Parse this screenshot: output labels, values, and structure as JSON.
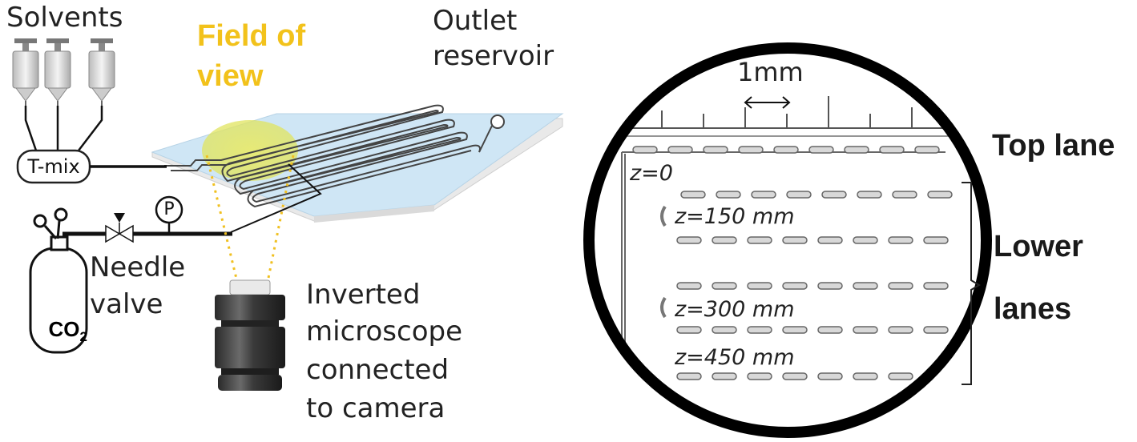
{
  "setup": {
    "solvents_label": "Solvents",
    "field_of_view_line1": "Field of",
    "field_of_view_line2": "view",
    "outlet_line1": "Outlet",
    "outlet_line2": "reservoir",
    "tmix_label": "T-mix",
    "pressure_label": "P",
    "needle_line1": "Needle",
    "needle_line2": "valve",
    "co2_main": "CO",
    "co2_sub": "2",
    "microscope_lines": [
      "Inverted",
      "microscope",
      "connected",
      "to camera"
    ]
  },
  "zoom": {
    "scale_label": "1mm",
    "top_lane_label": "Top lane",
    "lower_lanes_line1": "Lower",
    "lower_lanes_line2": "lanes",
    "z_labels": [
      "z=0",
      "z=150 mm",
      "z=300 mm",
      "z=450 mm"
    ]
  },
  "colors": {
    "field_of_view": "#f2c21b",
    "chip": "#cfe6f5",
    "fov_highlight": "#e6e86a"
  }
}
